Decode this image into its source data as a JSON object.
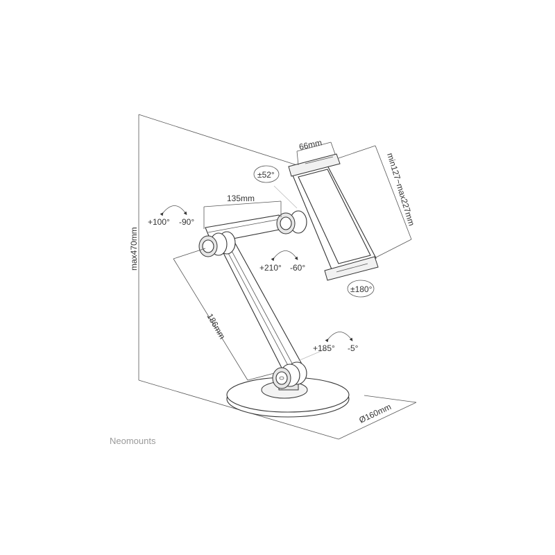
{
  "diagram": {
    "brand": "Neomounts",
    "dimensions": {
      "height": "max470mm",
      "upper_arm": "135mm",
      "lower_arm": "186mm",
      "holder_width": "66mm",
      "holder_range": "min127~max227mm",
      "base_diameter": "Ø160mm"
    },
    "rotations": {
      "elbow_plus": "+100°",
      "elbow_minus": "-90°",
      "holder_tilt": "±52°",
      "head_plus": "+210°",
      "head_minus": "-60°",
      "holder_rotate": "±180°",
      "base_plus": "+185°",
      "base_minus": "-5°"
    }
  }
}
